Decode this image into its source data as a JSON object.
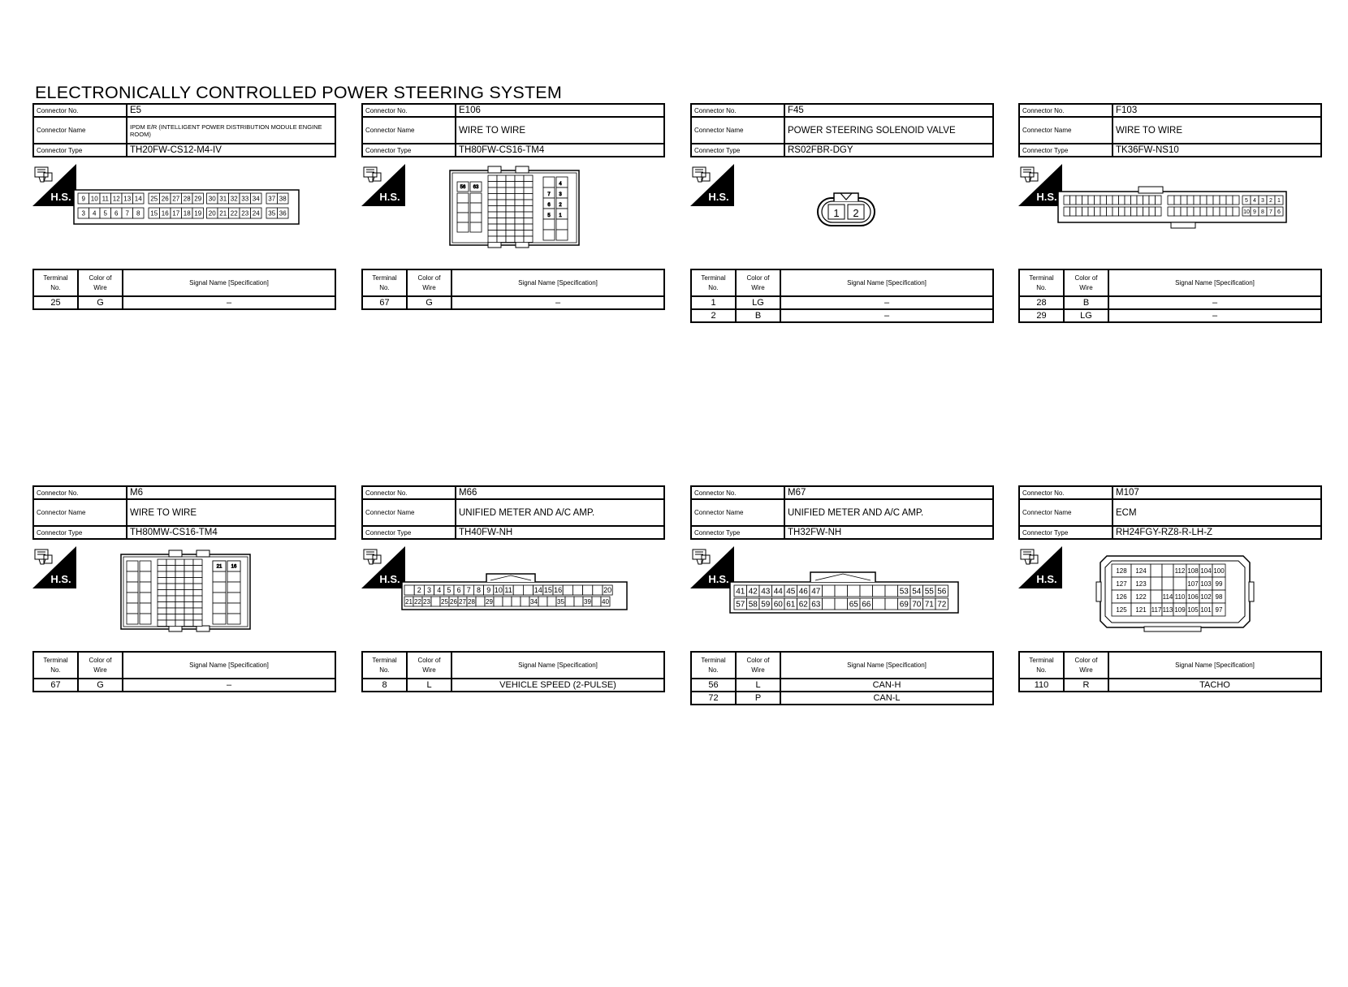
{
  "title": "ELECTRONICALLY CONTROLLED POWER STEERING SYSTEM",
  "labels": {
    "connector_no": "Connector No.",
    "connector_name": "Connector Name",
    "connector_type": "Connector Type",
    "terminal_no": [
      "Terminal",
      "No."
    ],
    "color_of_wire": [
      "Color of",
      "Wire"
    ],
    "signal_name": "Signal Name [Specification]",
    "hs": "H.S."
  },
  "connectors": [
    {
      "no": "E5",
      "name": "IPDM E/R (INTELLIGENT POWER DISTRIBUTION MODULE ENGINE ROOM)",
      "type": "TH20FW-CS12-M4-IV",
      "pins_top": [
        "9",
        "10",
        "11",
        "12",
        "13",
        "14",
        "25",
        "26",
        "27",
        "28",
        "29",
        "30",
        "31",
        "32",
        "33",
        "34",
        "37",
        "38"
      ],
      "pins_bottom": [
        "3",
        "4",
        "5",
        "6",
        "7",
        "8",
        "15",
        "16",
        "17",
        "18",
        "19",
        "20",
        "21",
        "22",
        "23",
        "24",
        "35",
        "36"
      ],
      "rows": [
        {
          "terminal": "25",
          "color": "G",
          "signal": "–"
        }
      ]
    },
    {
      "no": "E106",
      "name": "WIRE TO WIRE",
      "type": "TH80FW-CS16-TM4",
      "pins_top": [
        "56",
        "63",
        "4",
        "7",
        "3",
        "6",
        "2",
        "5",
        "1"
      ],
      "pins_bottom": [],
      "rows": [
        {
          "terminal": "67",
          "color": "G",
          "signal": "–"
        }
      ]
    },
    {
      "no": "F45",
      "name": "POWER STEERING SOLENOID VALVE",
      "type": "RS02FBR-DGY",
      "pins_top": [
        "1",
        "2"
      ],
      "pins_bottom": [],
      "rows": [
        {
          "terminal": "1",
          "color": "LG",
          "signal": "–"
        },
        {
          "terminal": "2",
          "color": "B",
          "signal": "–"
        }
      ]
    },
    {
      "no": "F103",
      "name": "WIRE TO WIRE",
      "type": "TK36FW-NS10",
      "pins_top": [
        "5",
        "4",
        "3",
        "2",
        "1"
      ],
      "pins_bottom": [
        "10",
        "9",
        "8",
        "7",
        "6"
      ],
      "rows": [
        {
          "terminal": "28",
          "color": "B",
          "signal": "–"
        },
        {
          "terminal": "29",
          "color": "LG",
          "signal": "–"
        }
      ]
    },
    {
      "no": "M6",
      "name": "WIRE TO WIRE",
      "type": "TH80MW-CS16-TM4",
      "pins_top": [
        "21",
        "16"
      ],
      "pins_bottom": [],
      "rows": [
        {
          "terminal": "67",
          "color": "G",
          "signal": "–"
        }
      ]
    },
    {
      "no": "M66",
      "name": "UNIFIED METER AND A/C AMP.",
      "type": "TH40FW-NH",
      "pins_top": [
        "2",
        "3",
        "4",
        "5",
        "6",
        "7",
        "8",
        "9",
        "10",
        "11",
        "14",
        "15",
        "16",
        "20"
      ],
      "pins_bottom": [
        "21",
        "22",
        "23",
        "25",
        "26",
        "27",
        "28",
        "29",
        "34",
        "35",
        "39",
        "40"
      ],
      "rows": [
        {
          "terminal": "8",
          "color": "L",
          "signal": "VEHICLE SPEED (2-PULSE)"
        }
      ]
    },
    {
      "no": "M67",
      "name": "UNIFIED METER AND A/C AMP.",
      "type": "TH32FW-NH",
      "pins_top": [
        "41",
        "42",
        "43",
        "44",
        "45",
        "46",
        "47",
        "53",
        "54",
        "55",
        "56"
      ],
      "pins_bottom": [
        "57",
        "58",
        "59",
        "60",
        "61",
        "62",
        "63",
        "65",
        "66",
        "69",
        "70",
        "71",
        "72"
      ],
      "rows": [
        {
          "terminal": "56",
          "color": "L",
          "signal": "CAN-H"
        },
        {
          "terminal": "72",
          "color": "P",
          "signal": "CAN-L"
        }
      ]
    },
    {
      "no": "M107",
      "name": "ECM",
      "type": "RH24FGY-RZ8-R-LH-Z",
      "pins_top": [
        "128",
        "124",
        "112",
        "108",
        "104",
        "100"
      ],
      "pins_r2": [
        "127",
        "123",
        "107",
        "103",
        "99"
      ],
      "pins_r3": [
        "126",
        "122",
        "114",
        "110",
        "106",
        "102",
        "98"
      ],
      "pins_bottom": [
        "125",
        "121",
        "117",
        "113",
        "109",
        "105",
        "101",
        "97"
      ],
      "rows": [
        {
          "terminal": "110",
          "color": "R",
          "signal": "TACHO"
        }
      ]
    }
  ]
}
